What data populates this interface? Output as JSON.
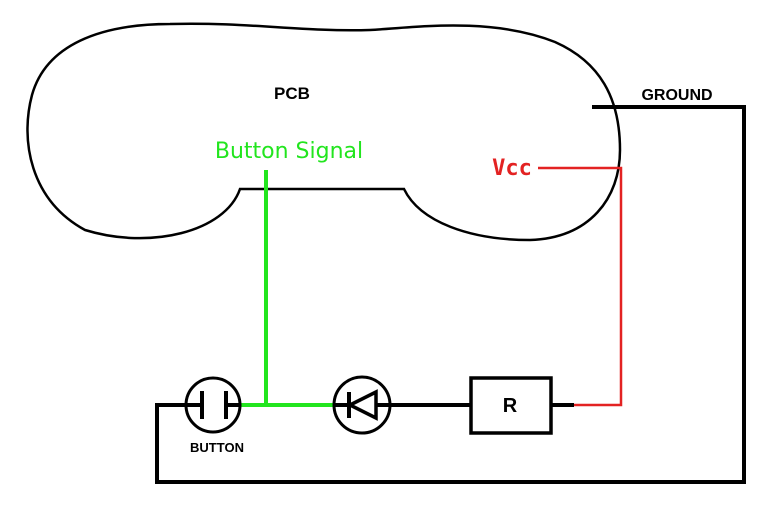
{
  "colors": {
    "outline": "#000000",
    "signal_wire": "#22e51e",
    "vcc_wire": "#e32222",
    "background": "#ffffff"
  },
  "labels": {
    "pcb": "PCB",
    "button_signal": "Button Signal",
    "vcc": "Vcc",
    "ground": "GROUND",
    "resistor": "R",
    "button": "BUTTON"
  },
  "components": [
    {
      "name": "pcb-board",
      "label_key": "pcb"
    },
    {
      "name": "push-button",
      "label_key": "button"
    },
    {
      "name": "diode",
      "label_key": ""
    },
    {
      "name": "resistor",
      "label_key": "resistor"
    }
  ]
}
